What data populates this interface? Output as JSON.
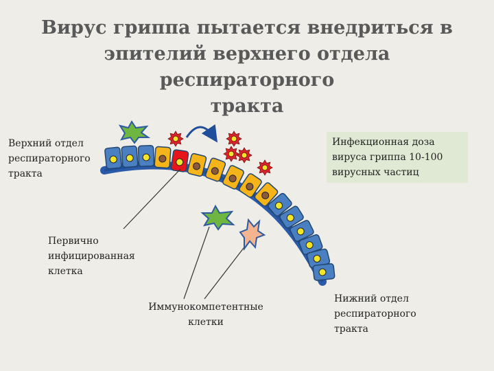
{
  "title": "Вирус гриппа пытается внедриться в\nэпителий верхнего отдела респираторного\nтракта",
  "labels": {
    "upper_tract": "Верхний отдел\nреспираторного\nтракта",
    "infectious_dose": "Инфекционная доза\nвируса гриппа 10-100\nвирусных частиц",
    "primary_infected": "Первично\nинфицированная\nклетка",
    "immune_cells": "Иммунокомпетентные\nклетки",
    "lower_tract": "Нижний отдел\nреспираторного\nтракта"
  },
  "colors": {
    "background": "#eeede7",
    "healthy_cell": "#4a7fc1",
    "infected_cell": "#f4b41a",
    "primary_cell": "#e8141c",
    "virus": "#d9262b",
    "immune_cell_green": "#6fb640",
    "immune_cell_peach": "#f3b48f",
    "tissue_band": "#1f4e9b",
    "dose_box": "#dfe9d3"
  },
  "icons": [
    "virus-icon",
    "immune-cell-icon",
    "curved-arrow-icon"
  ]
}
